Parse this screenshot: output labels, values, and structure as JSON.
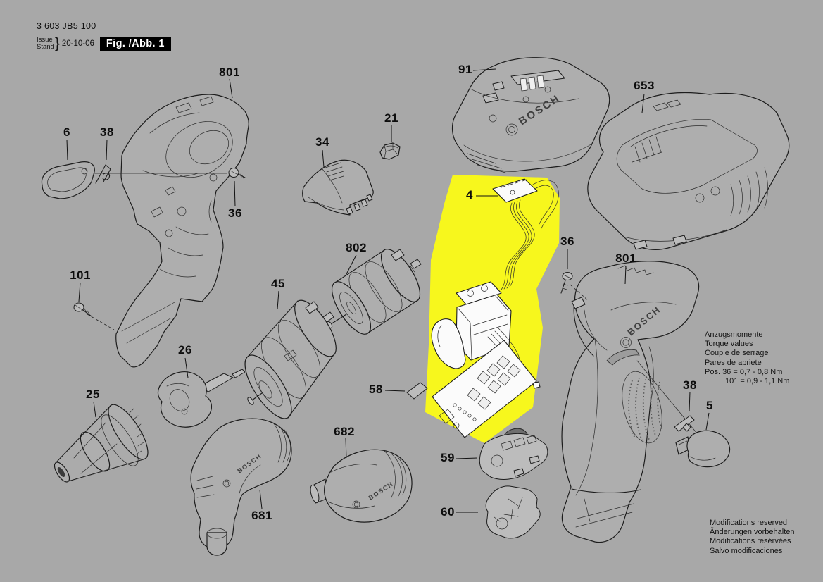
{
  "colors": {
    "background": "#a8a8a8",
    "highlight_yellow": "#f7f71d",
    "line": "#1c1c1c",
    "figure_box_bg": "#000000",
    "figure_box_text": "#ffffff"
  },
  "header": {
    "part_number": "3 603 JB5 100",
    "issue_label": "Issue",
    "stand_label": "Stand",
    "brace": "}",
    "date": "20-10-06",
    "figure_label": "Fig. /Abb. 1"
  },
  "brand": {
    "name": "BOSCH"
  },
  "torque_note": {
    "line1": "Anzugsmomente",
    "line2": "Torque values",
    "line3": "Couple de serrage",
    "line4": "Pares de apriete",
    "line5": "Pos. 36  = 0,7 - 0,8 Nm",
    "line6": "101 = 0,9 - 1,1 Nm"
  },
  "footer_note": {
    "line1": "Modifications reserved",
    "line2": "Änderungen vorbehalten",
    "line3": "Modifications resérvées",
    "line4": "Salvo modificaciones"
  },
  "labels": {
    "l801_left": "801",
    "l6": "6",
    "l38_left": "38",
    "l36_left": "36",
    "l34": "34",
    "l21": "21",
    "l91": "91",
    "l653": "653",
    "l4": "4",
    "l802": "802",
    "l45": "45",
    "l101": "101",
    "l26": "26",
    "l25": "25",
    "l58": "58",
    "l36_right": "36",
    "l801_right": "801",
    "l38_right": "38",
    "l5": "5",
    "l59": "59",
    "l60": "60",
    "l681": "681",
    "l682": "682"
  }
}
